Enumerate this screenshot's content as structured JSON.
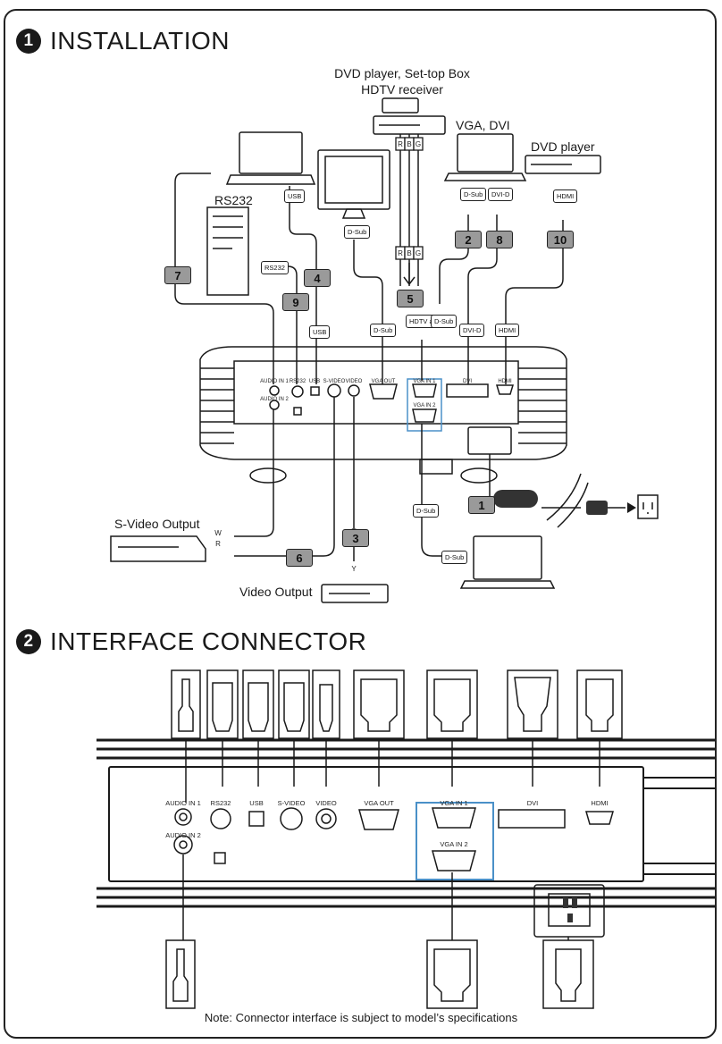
{
  "section1": {
    "number": "1",
    "title": "INSTALLATION"
  },
  "section2": {
    "number": "2",
    "title": "INTERFACE CONNECTOR"
  },
  "device_labels": {
    "dvd_stb_line1": "DVD player, Set-top Box",
    "dvd_stb_line2": "HDTV receiver",
    "vga_dvi": "VGA, DVI",
    "dvd_player": "DVD player",
    "rs232": "RS232",
    "svideo_output": "S-Video Output",
    "video_output": "Video Output"
  },
  "cable_badges": [
    "1",
    "2",
    "3",
    "4",
    "5",
    "6",
    "7",
    "8",
    "9",
    "10"
  ],
  "connector_labels": {
    "dsub": "D-Sub",
    "dvid": "DVI-D",
    "hdmi": "HDMI",
    "usb": "USB",
    "rs232": "RS232",
    "hdtv_adapter": "HDTV adapter",
    "r": "R",
    "b": "B",
    "g": "G",
    "y": "Y",
    "w": "W"
  },
  "port_labels": {
    "audio_in_1": "AUDIO IN 1",
    "audio_in_2": "AUDIO IN 2",
    "rs232": "RS232",
    "usb": "USB",
    "s_video": "S-VIDEO",
    "video": "VIDEO",
    "vga_out": "VGA OUT",
    "vga_in_1": "VGA IN 1",
    "vga_in_2": "VGA IN 2",
    "dvi": "DVI",
    "hdmi": "HDMI"
  },
  "note": "Note: Connector interface is subject to model’s specifications",
  "colors": {
    "line": "#1a1a1a",
    "badge": "#9a9a9a",
    "vga_box": "#4a90c8"
  },
  "icons": [
    "laptop-icon",
    "monitor-icon",
    "pc-tower-icon",
    "dvd-player-icon",
    "projector-icon",
    "power-plug-icon",
    "wall-outlet-icon"
  ]
}
